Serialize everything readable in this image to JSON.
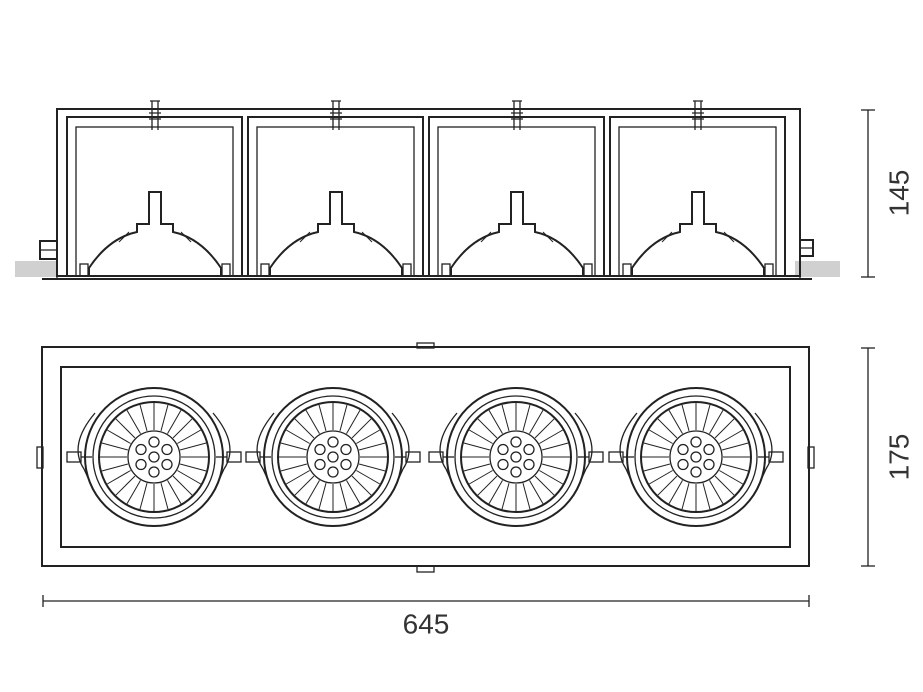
{
  "dimensions": {
    "height": "145",
    "depth": "175",
    "width": "645"
  },
  "module_count": 4,
  "colors": {
    "line": "#222222",
    "ceiling": "#d0d0d0",
    "text": "#333333"
  }
}
